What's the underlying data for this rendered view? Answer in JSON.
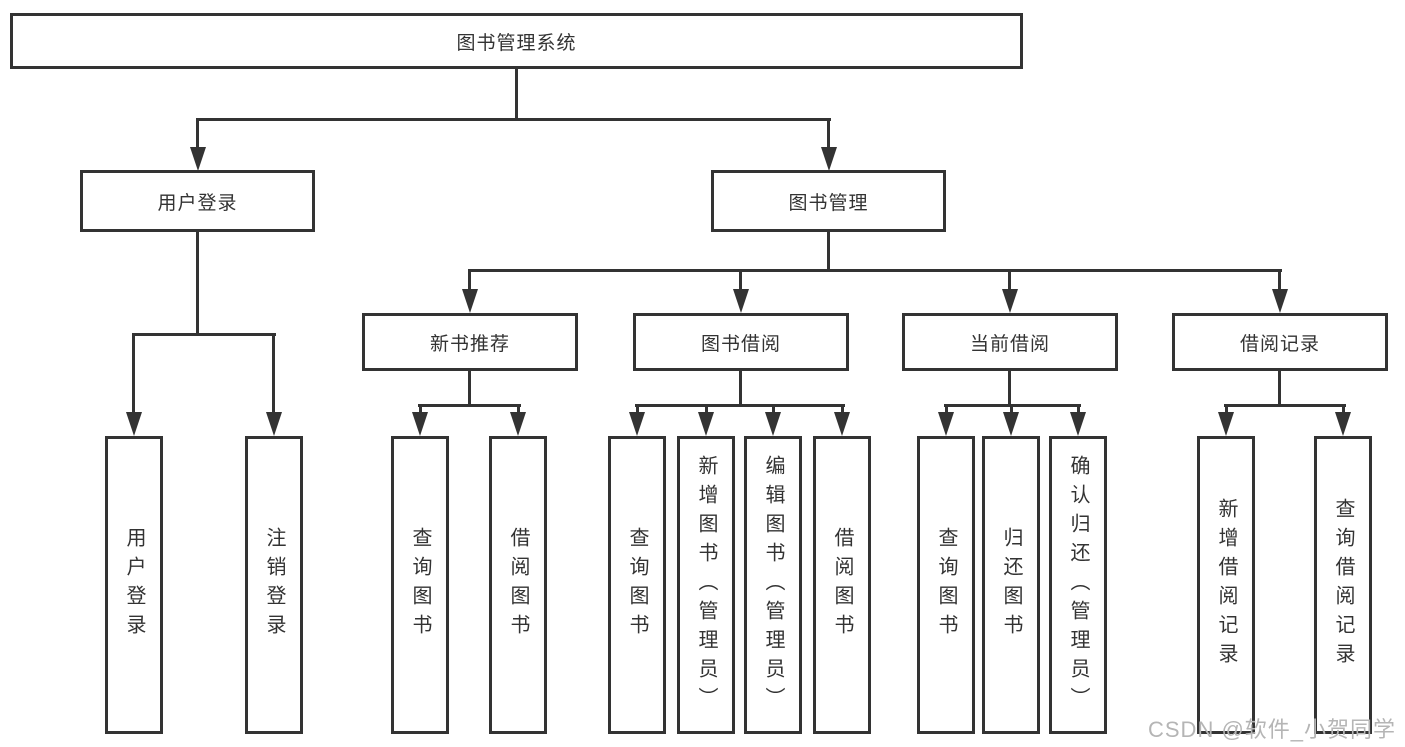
{
  "diagram": {
    "type": "org-tree",
    "root": "图书管理系统",
    "login": {
      "label": "用户登录",
      "children": [
        "用户登录",
        "注销登录"
      ]
    },
    "mgmt": {
      "label": "图书管理",
      "modules": [
        {
          "label": "新书推荐",
          "children": [
            "查询图书",
            "借阅图书"
          ]
        },
        {
          "label": "图书借阅",
          "children": [
            "查询图书",
            "新增图书（管理员）",
            "编辑图书（管理员）",
            "借阅图书"
          ]
        },
        {
          "label": "当前借阅",
          "children": [
            "查询图书",
            "归还图书",
            "确认归还（管理员）"
          ]
        },
        {
          "label": "借阅记录",
          "children": [
            "新增借阅记录",
            "查询借阅记录"
          ]
        }
      ]
    },
    "colors": {
      "line": "#333333",
      "text": "#333333",
      "box_background": "#ffffff",
      "page_background": "#ffffff",
      "watermark": "#b5b5b5"
    }
  },
  "watermark": "CSDN @软件_小贺同学"
}
